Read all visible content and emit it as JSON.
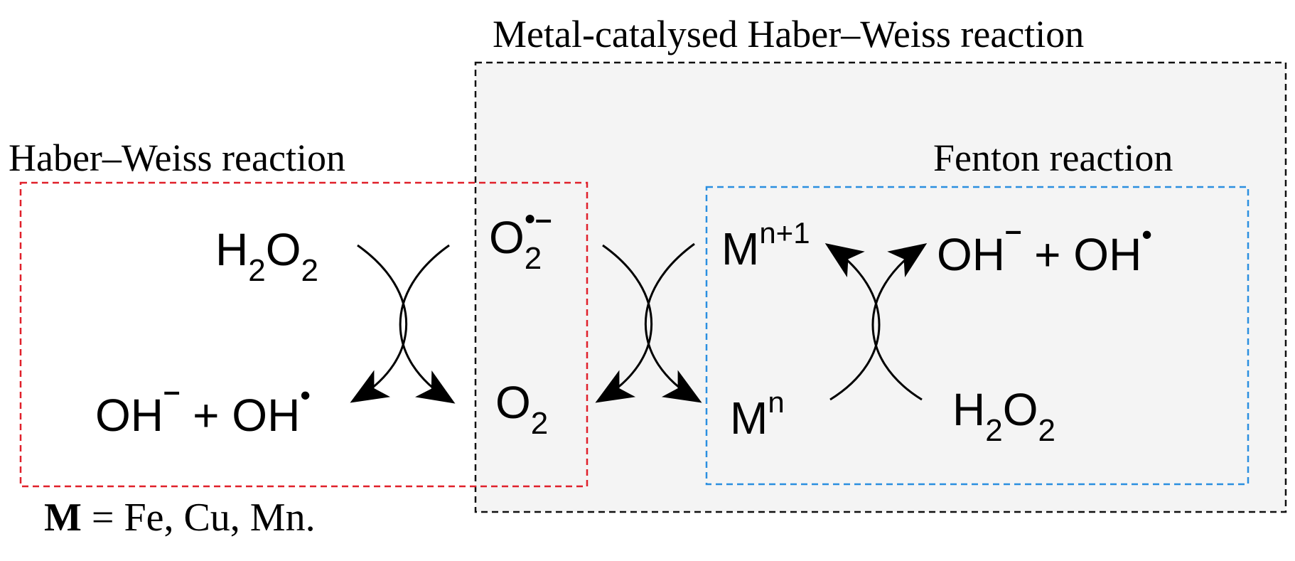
{
  "labels": {
    "metal_catalysed": "Metal-catalysed Haber–Weiss reaction",
    "haber_weiss": "Haber–Weiss reaction",
    "fenton": "Fenton reaction"
  },
  "species": {
    "h2o2_left": {
      "base1": "H",
      "sub1": "2",
      "base2": "O",
      "sub2": "2"
    },
    "oh_products_left": {
      "base1": "OH",
      "charge": "–",
      "plus": " + ",
      "base2": "OH",
      "radical": "•"
    },
    "superoxide": {
      "base": "O",
      "sub": "2",
      "sup": "•–"
    },
    "oxygen": {
      "base": "O",
      "sub": "2"
    },
    "metal_oxidized": {
      "base": "M",
      "sup": "n+1"
    },
    "metal_reduced": {
      "base": "M",
      "sup": "n"
    },
    "oh_products_right": {
      "base1": "OH",
      "charge": "–",
      "plus": " + ",
      "base2": "OH",
      "radical": "•"
    },
    "h2o2_right": {
      "base1": "H",
      "sub1": "2",
      "base2": "O",
      "sub2": "2"
    }
  },
  "note": {
    "symbol": "M",
    "text": " = Fe, Cu, Mn."
  },
  "colors": {
    "haber_weiss_box": "#e0202a",
    "fenton_box": "#2a8fe0",
    "metal_box": "#111111",
    "metal_box_fill": "#f4f4f4"
  }
}
